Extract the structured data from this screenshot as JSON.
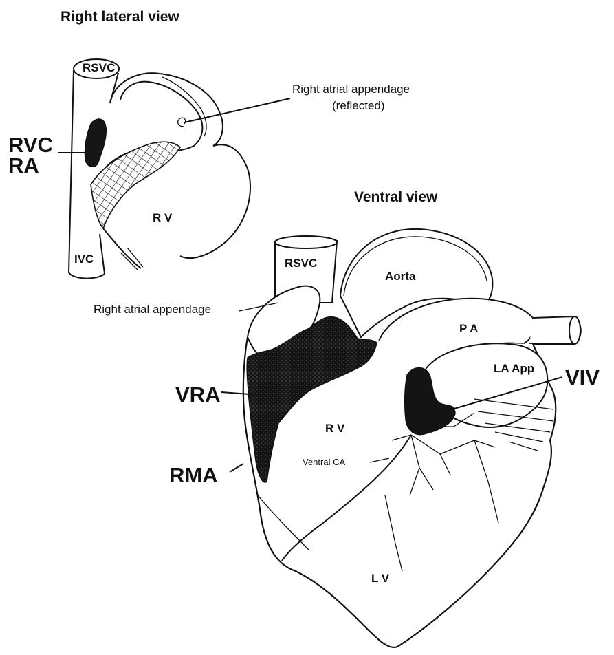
{
  "colors": {
    "ink": "#111111",
    "dark_region": "#161616",
    "paper": "#ffffff"
  },
  "right_lateral": {
    "title": "Right lateral view",
    "rsvc": "RSVC",
    "ivc": "IVC",
    "rv": "R V",
    "appendage_line1": "Right atrial appendage",
    "appendage_line2": "(reflected)",
    "rvc": "RVC",
    "ra": "RA"
  },
  "ventral": {
    "title": "Ventral view",
    "rsvc": "RSVC",
    "aorta": "Aorta",
    "pa": "P A",
    "la_app": "LA App",
    "rv": "R V",
    "lv": "L V",
    "ventral_ca": "Ventral CA",
    "appendage": "Right atrial appendage",
    "vra": "VRA",
    "rma": "RMA",
    "viv": "VIV"
  }
}
